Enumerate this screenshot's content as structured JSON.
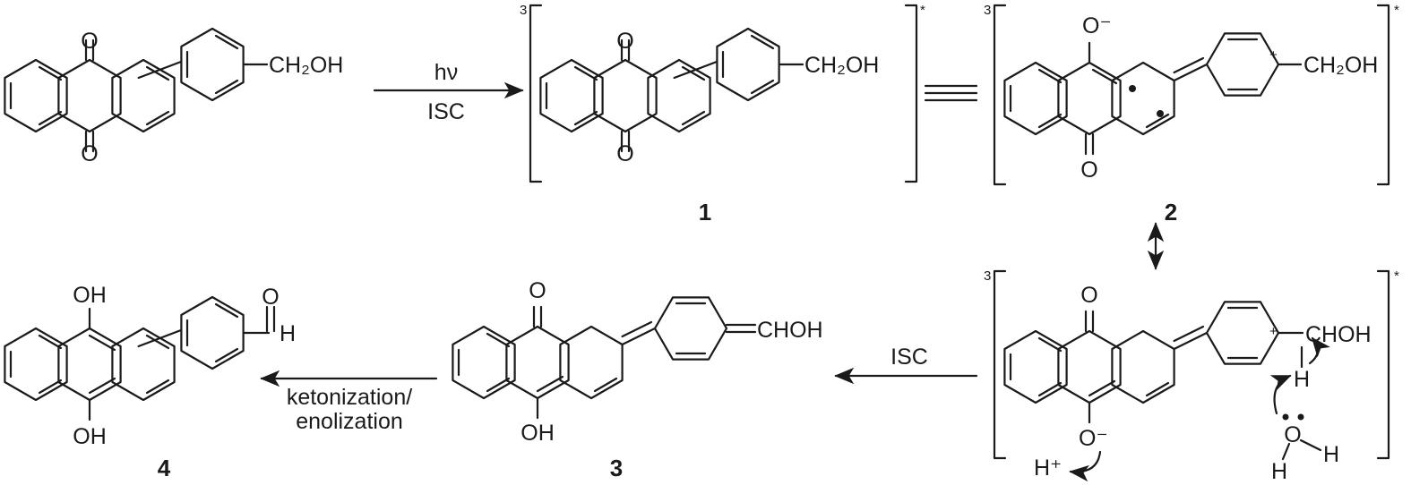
{
  "scheme": {
    "labels": {
      "hv": "hν",
      "isc_top": "ISC",
      "isc_bottom": "ISC",
      "keto_line1": "ketonization/",
      "keto_line2": "enolization"
    },
    "compounds": {
      "c1": "1",
      "c2": "2",
      "c3": "3",
      "c4": "4"
    },
    "triplet_mark": "3",
    "excited_mark": "*",
    "groups": {
      "ch2oh": "CH₂OH",
      "chohr": "CHOH",
      "oh": "OH",
      "o": "O",
      "h": "H",
      "o_minus": "O⁻",
      "h_plus": "H⁺",
      "aldehyde_h": "H"
    },
    "charges": {
      "plus": "+"
    }
  }
}
